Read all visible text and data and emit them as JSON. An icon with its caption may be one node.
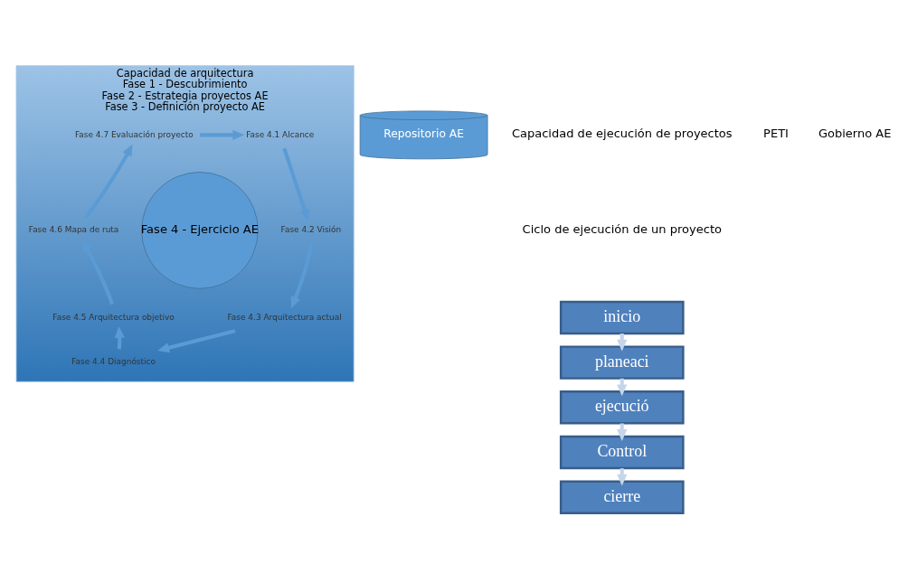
{
  "diagram": {
    "nodes": [
      {
        "text": [
          "Capacidad de arquitectura",
          "Fase 1 - Descubrimiento",
          "Fase 2 - Estrategia proyectos AE",
          "Fase 3 - Definición proyecto AE"
        ]
      },
      {
        "text": [
          "Fase 4 - Ejercicio AE"
        ],
        "in": 0
      },
      {
        "text": [
          "Fase 4.1 Alcance"
        ],
        "in": 0
      },
      {
        "text": [
          "Fase 4.2 Visión"
        ],
        "in": 0
      },
      {
        "text": [
          "Fase 4.3 Arquitectura actual"
        ],
        "in": 0
      },
      {
        "text": [
          "Fase 4.4 Diagnóstico"
        ],
        "in": 0
      },
      {
        "text": [
          "Fase 4.5 Arquitectura objetivo"
        ],
        "in": 0
      },
      {
        "text": [
          "Fase 4.6 Mapa de ruta"
        ],
        "in": 0
      },
      {
        "text": [
          "Fase 4.7 Evaluación proyecto"
        ],
        "in": 0
      },
      {
        "text": [
          "Repositorio AE"
        ]
      },
      {
        "text": [
          "inicio"
        ]
      },
      {
        "text": [
          "planeaci"
        ]
      },
      {
        "text": [
          "ejecució"
        ]
      },
      {
        "text": [
          "Control"
        ]
      },
      {
        "text": [
          "cierre"
        ]
      }
    ],
    "edges": [
      {
        "from": 2,
        "to": 3,
        "arrow": "to"
      },
      {
        "from": 3,
        "to": 4,
        "arrow": "to"
      },
      {
        "from": 4,
        "to": 5,
        "arrow": "to"
      },
      {
        "from": 5,
        "to": 6,
        "arrow": "to"
      },
      {
        "from": 6,
        "to": 7,
        "arrow": "to"
      },
      {
        "from": 7,
        "to": 8,
        "arrow": "to"
      },
      {
        "from": 8,
        "to": 2,
        "arrow": "to"
      },
      {
        "from": 10,
        "to": 11,
        "arrow": "to",
        "color": "#c5d5ea"
      },
      {
        "from": 11,
        "to": 12,
        "arrow": "to",
        "color": "#c5d5ea"
      },
      {
        "from": 12,
        "to": 13,
        "arrow": "to",
        "color": "#c5d5ea"
      },
      {
        "from": 13,
        "to": 14,
        "arrow": "to",
        "color": "#c5d5ea"
      }
    ],
    "labels": [
      "Capacidad de ejecución de proyectos",
      "Ciclo de ejecución de un proyecto",
      "PETI",
      "Gobierno AE"
    ]
  }
}
